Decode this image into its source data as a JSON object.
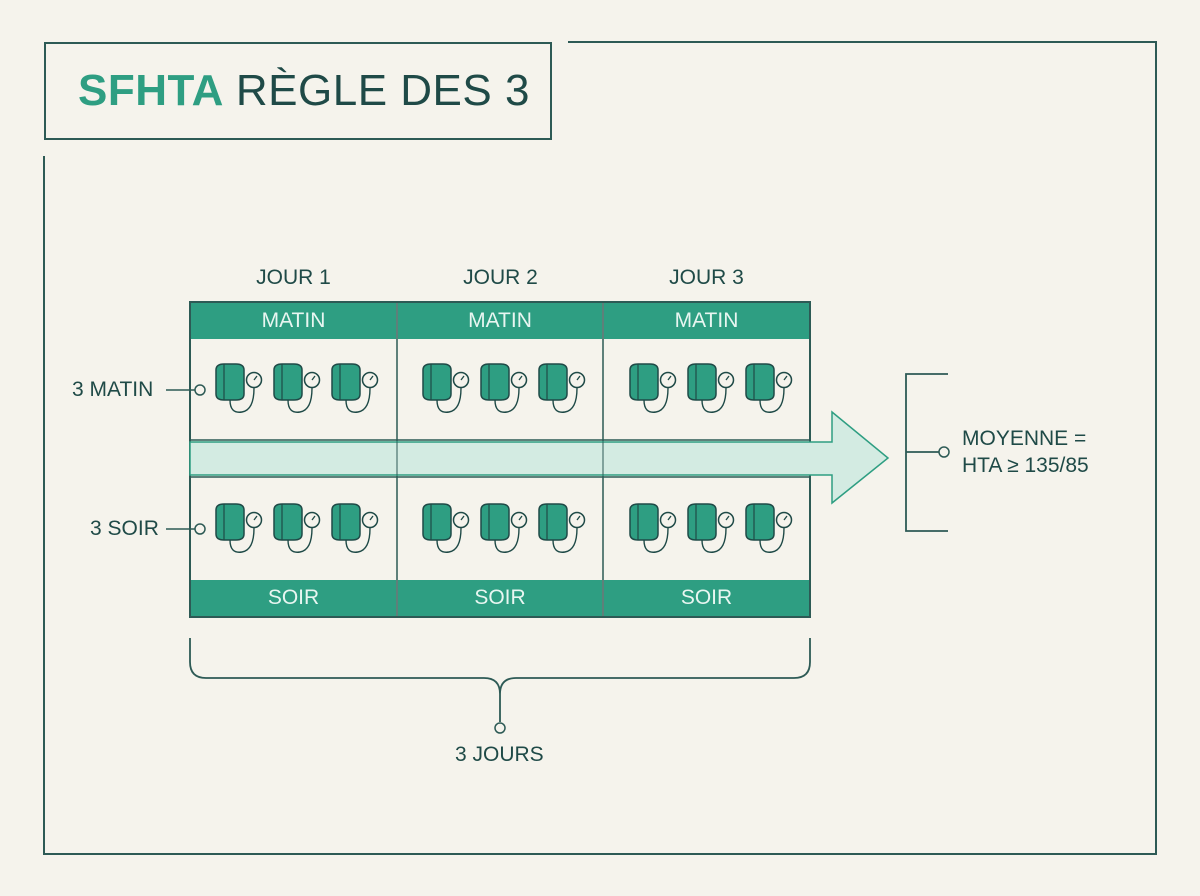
{
  "title": {
    "accent": "SFHTA",
    "main": "RÈGLE DES 3"
  },
  "days": [
    "JOUR 1",
    "JOUR 2",
    "JOUR 3"
  ],
  "morning_label": "MATIN",
  "evening_label": "SOIR",
  "side_labels": {
    "morning": "3 MATIN",
    "evening": "3 SOIR"
  },
  "result": {
    "line1": "MOYENNE =",
    "line2": "HTA ≥ 135/85"
  },
  "bottom_label": "3 JOURS",
  "colors": {
    "accent": "#2e9e82",
    "dark": "#1f4a47",
    "arrow": "#d3ebe2",
    "background": "#f5f3ec",
    "device": "#2e9e82"
  },
  "icons": [
    "blood-pressure-monitor-icon"
  ]
}
